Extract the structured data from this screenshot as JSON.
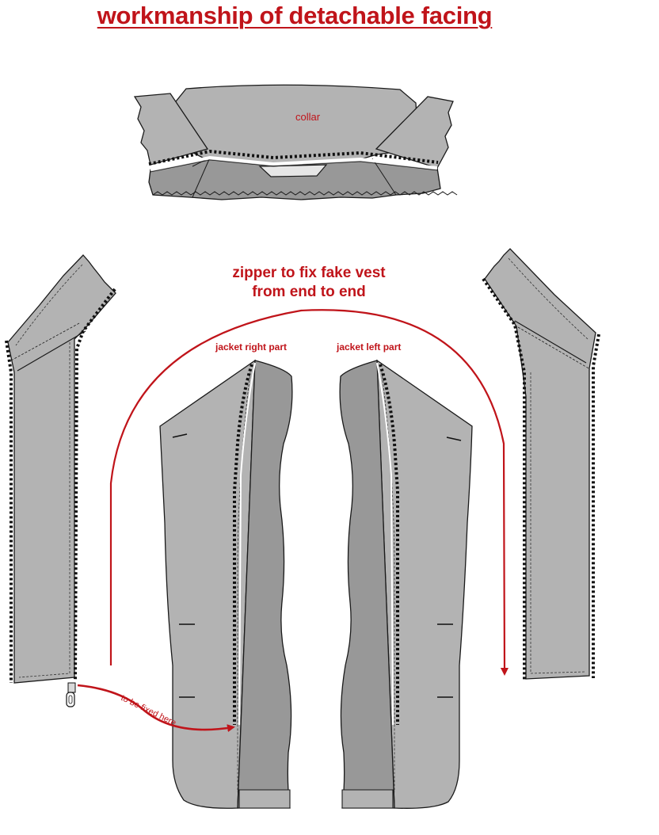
{
  "title": "workmanship of detachable facing",
  "labels": {
    "collar": "collar",
    "zipper_line1": "zipper to fix fake vest",
    "zipper_line2": "from end to end",
    "jacket_right": "jacket right part",
    "jacket_left": "jacket left part",
    "to_be_fixed": "to be fixed here"
  },
  "colors": {
    "accent": "#c0141a",
    "fabric": "#b3b3b3",
    "fabric_dark": "#989898",
    "outline": "#1a1a1a",
    "zipper": "#111111"
  }
}
